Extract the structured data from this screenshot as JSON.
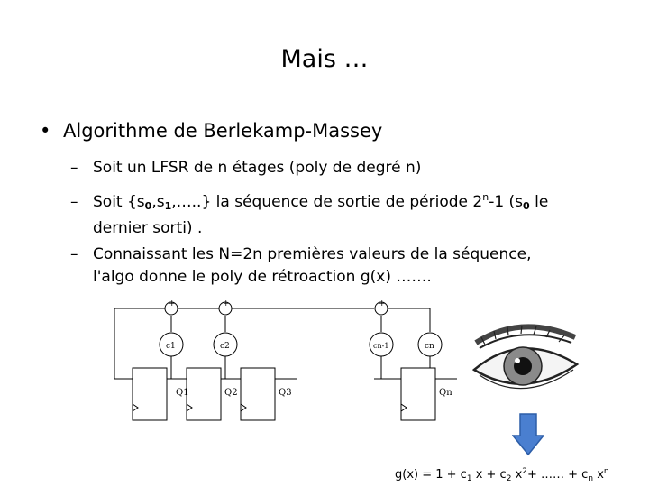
{
  "title": "Mais …",
  "main_bullet": {
    "symbol": "•",
    "text": "Algorithme de Berlekamp-Massey"
  },
  "sub_items": [
    {
      "dash": "–",
      "text": "Soit un LFSR de n étages (poly de degré n)"
    },
    {
      "dash": "–",
      "parts": [
        "Soit {s",
        "0",
        ",s",
        "1",
        ",…..} la séquence de sortie de période 2",
        "n",
        "-1 (s",
        "0",
        " le"
      ],
      "cont": "dernier sorti) ."
    },
    {
      "dash": "–",
      "text": "Connaissant les N=2n premières valeurs de la séquence,",
      "cont": "l'algo donne le poly de rétroaction g(x)  ……."
    }
  ],
  "diagram": {
    "adders": [
      "+",
      "+",
      "+"
    ],
    "coefficients": [
      "c1",
      "c2",
      "cn-1",
      "cn"
    ],
    "stages": [
      "Q1",
      "Q2",
      "Q3",
      "Qn"
    ]
  },
  "formula": {
    "p1": "g(x) = 1 + c",
    "s1": "1",
    "p2": " x + c",
    "s2": "2",
    "p3": " x",
    "e2": "2",
    "p4": "+ …… + c",
    "sn": "n",
    "p5": " x",
    "en": "n"
  },
  "colors": {
    "arrow": "#4a7fd0",
    "arrow_stroke": "#2d5ea8"
  },
  "icons": [
    "eye-icon",
    "down-arrow-icon"
  ]
}
